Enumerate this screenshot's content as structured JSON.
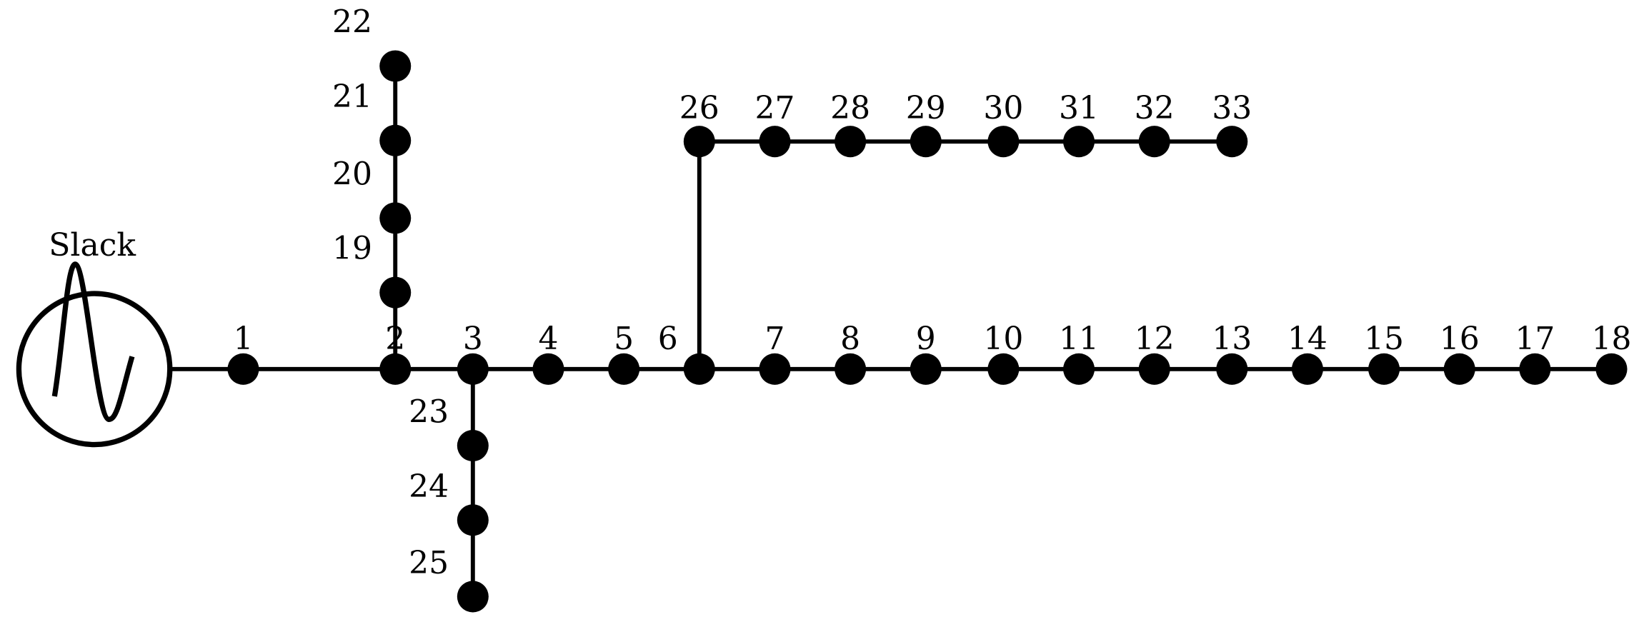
{
  "source": {
    "label": "Slack",
    "icon": "ac-source-sine-icon"
  },
  "buses": [
    "1",
    "2",
    "3",
    "4",
    "5",
    "6",
    "7",
    "8",
    "9",
    "10",
    "11",
    "12",
    "13",
    "14",
    "15",
    "16",
    "17",
    "18",
    "19",
    "20",
    "21",
    "22",
    "23",
    "24",
    "25",
    "26",
    "27",
    "28",
    "29",
    "30",
    "31",
    "32",
    "33"
  ],
  "lines": [
    [
      "Slack",
      "1"
    ],
    [
      "1",
      "2"
    ],
    [
      "2",
      "3"
    ],
    [
      "3",
      "4"
    ],
    [
      "4",
      "5"
    ],
    [
      "5",
      "6"
    ],
    [
      "6",
      "7"
    ],
    [
      "7",
      "8"
    ],
    [
      "8",
      "9"
    ],
    [
      "9",
      "10"
    ],
    [
      "10",
      "11"
    ],
    [
      "11",
      "12"
    ],
    [
      "12",
      "13"
    ],
    [
      "13",
      "14"
    ],
    [
      "14",
      "15"
    ],
    [
      "15",
      "16"
    ],
    [
      "16",
      "17"
    ],
    [
      "17",
      "18"
    ],
    [
      "2",
      "19"
    ],
    [
      "19",
      "20"
    ],
    [
      "20",
      "21"
    ],
    [
      "21",
      "22"
    ],
    [
      "3",
      "23"
    ],
    [
      "23",
      "24"
    ],
    [
      "24",
      "25"
    ],
    [
      "6",
      "26"
    ],
    [
      "26",
      "27"
    ],
    [
      "27",
      "28"
    ],
    [
      "28",
      "29"
    ],
    [
      "29",
      "30"
    ],
    [
      "30",
      "31"
    ],
    [
      "31",
      "32"
    ],
    [
      "32",
      "33"
    ]
  ],
  "colors": {
    "line": "#000000",
    "node": "#000000",
    "background": "#ffffff"
  }
}
